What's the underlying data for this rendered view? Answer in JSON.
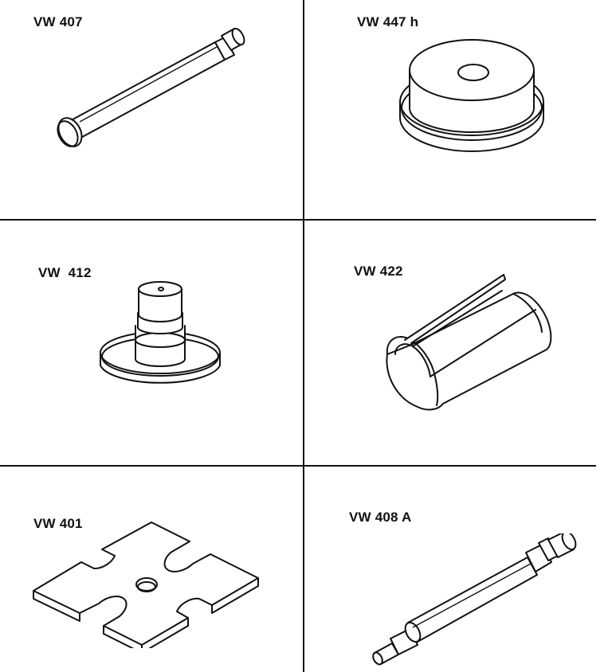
{
  "tools": [
    {
      "label": "VW 407",
      "icon": "drift-pin-icon"
    },
    {
      "label": "VW 447 h",
      "icon": "thrust-plate-icon"
    },
    {
      "label": "VW  412",
      "icon": "stepped-mandrel-icon"
    },
    {
      "label": "VW 422",
      "icon": "split-sleeve-icon"
    },
    {
      "label": "VW 401",
      "icon": "cross-plate-icon"
    },
    {
      "label": "VW 408 A",
      "icon": "long-drift-icon"
    }
  ]
}
